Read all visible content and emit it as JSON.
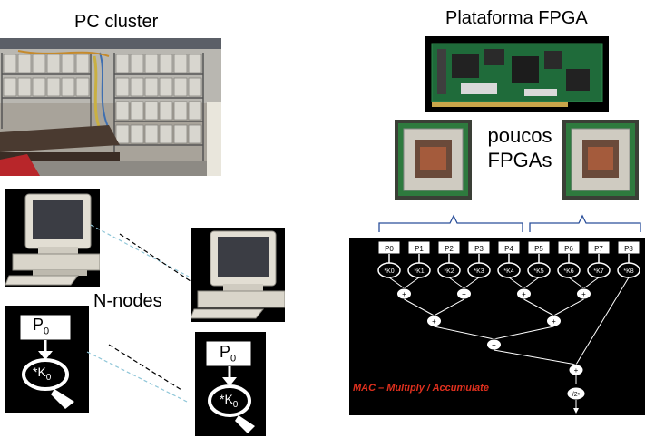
{
  "left": {
    "cluster_title": "PC cluster",
    "nodes_label": "N-nodes",
    "node_p_label": "P",
    "node_p_sub": "0",
    "node_k_label": "*K",
    "node_k_sub": "0"
  },
  "right": {
    "fpga_title": "Plataforma FPGA",
    "few_fpgas_line1": "poucos",
    "few_fpgas_line2": "FPGAs",
    "mac_label": "MAC – Multiply / Accumulate",
    "inputs": [
      "P0",
      "P1",
      "P2",
      "P3",
      "P4",
      "P5",
      "P6",
      "P7",
      "P8"
    ],
    "coefs": [
      "*K0",
      "*K1",
      "*K2",
      "*K3",
      "*K4",
      "*K5",
      "*K6",
      "*K7",
      "*K8"
    ],
    "adder_symbol": "+",
    "output_label": "/2ⁿ"
  },
  "colors": {
    "mac_text": "#e0301e",
    "board_green": "#1f6b3a",
    "brace_blue": "#2a4f9a",
    "link_dash": "#8fc6d8"
  }
}
